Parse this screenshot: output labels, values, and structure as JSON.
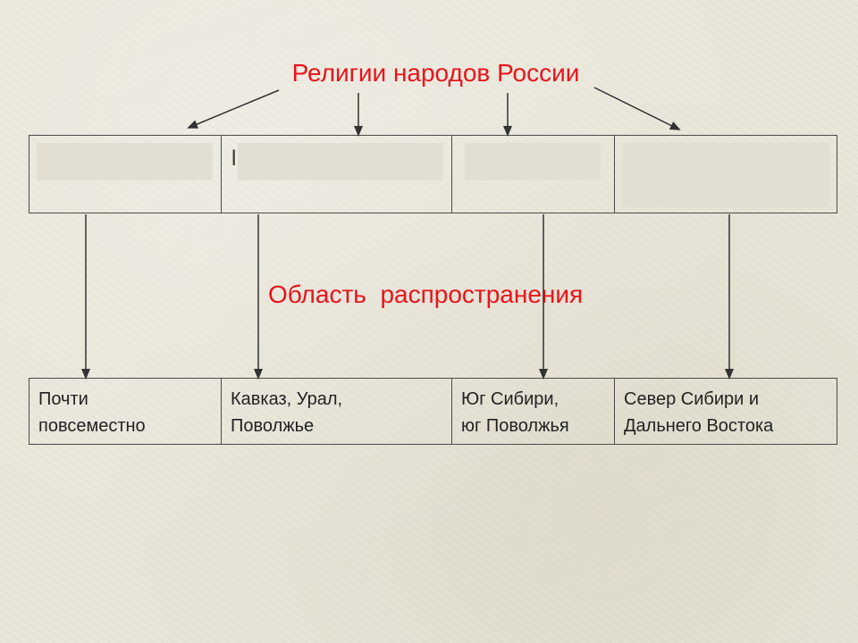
{
  "title": "Религии народов России",
  "subtitle": "Область  распространения",
  "top_table": {
    "cells": [
      "",
      "l",
      "",
      ""
    ]
  },
  "bottom_table": {
    "cells": [
      "Почти\nповсеместно",
      "Кавказ, Урал,\nПоволжье",
      "Юг Сибири,\nюг Поволжья",
      "Север Сибири и\nДальнего Востока"
    ]
  },
  "colors": {
    "title": "#e8141a",
    "background": "#e9e6da",
    "lines": "#333333"
  }
}
